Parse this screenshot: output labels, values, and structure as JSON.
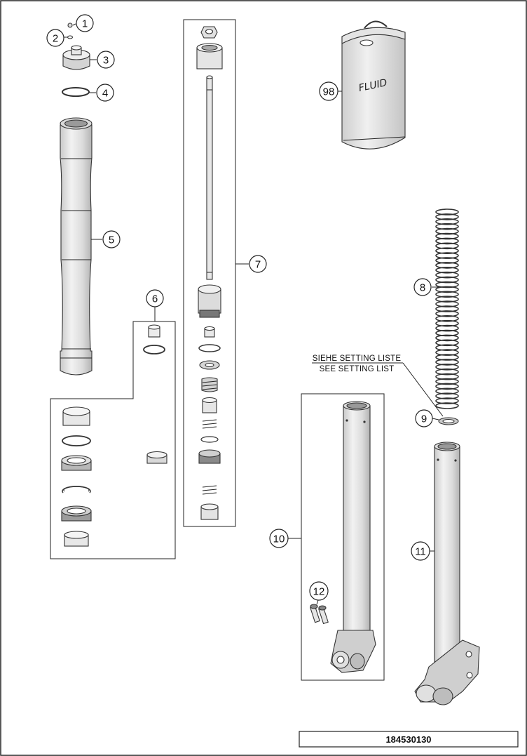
{
  "callouts": [
    {
      "id": "c1",
      "label": "1"
    },
    {
      "id": "c2",
      "label": "2"
    },
    {
      "id": "c3",
      "label": "3"
    },
    {
      "id": "c4",
      "label": "4"
    },
    {
      "id": "c5",
      "label": "5"
    },
    {
      "id": "c6",
      "label": "6"
    },
    {
      "id": "c7",
      "label": "7"
    },
    {
      "id": "c8",
      "label": "8"
    },
    {
      "id": "c9",
      "label": "9"
    },
    {
      "id": "c10",
      "label": "10"
    },
    {
      "id": "c11",
      "label": "11"
    },
    {
      "id": "c12",
      "label": "12"
    },
    {
      "id": "c98",
      "label": "98"
    }
  ],
  "note": {
    "line1": "SIEHE SETTING LISTE",
    "line2": "SEE SETTING LIST"
  },
  "can_label": "FLUID",
  "drawing_number": "184530130",
  "colors": {
    "ink": "#222222",
    "part_fill": "#e6e6e6",
    "part_dark": "#b5b5b5"
  }
}
